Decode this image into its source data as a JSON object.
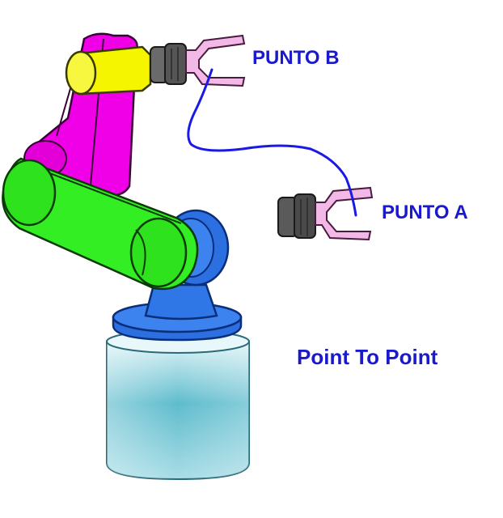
{
  "labels": {
    "point_b": "PUNTO B",
    "point_a": "PUNTO A",
    "caption": "Point To Point"
  },
  "colors": {
    "label_text": "#1a1acc",
    "path": "#1a1ae6",
    "arm_upper": "#f000e6",
    "arm_lower": "#33ee22",
    "wrist": "#f5f500",
    "base_cap": "#2b6fe0",
    "base_pedestal_top": "#c9ecf2",
    "base_pedestal_mid": "#52b4c8",
    "gripper_body": "#5a5a5a",
    "gripper_claw": "#f2b9e6"
  },
  "icons": [
    "robot-arm-icon",
    "gripper-icon"
  ]
}
